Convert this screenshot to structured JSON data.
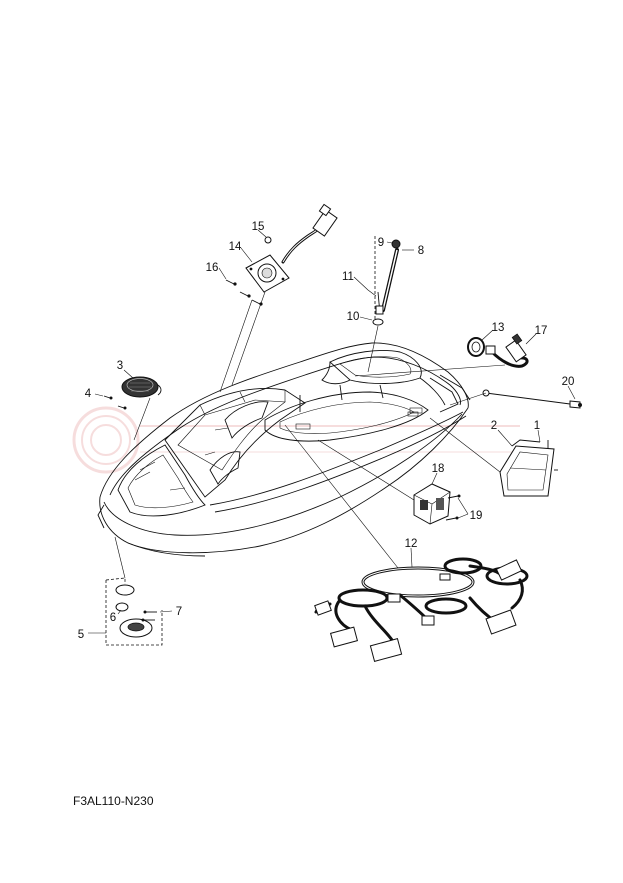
{
  "diagram": {
    "code": "F3AL110-N230",
    "callouts": [
      "1",
      "2",
      "3",
      "4",
      "5",
      "6",
      "7",
      "8",
      "9",
      "10",
      "11",
      "12",
      "13",
      "14",
      "15",
      "16",
      "17",
      "18",
      "19",
      "20"
    ]
  },
  "colors": {
    "line": "#111111",
    "background": "#ffffff",
    "watermark": "#e8a0a0"
  }
}
